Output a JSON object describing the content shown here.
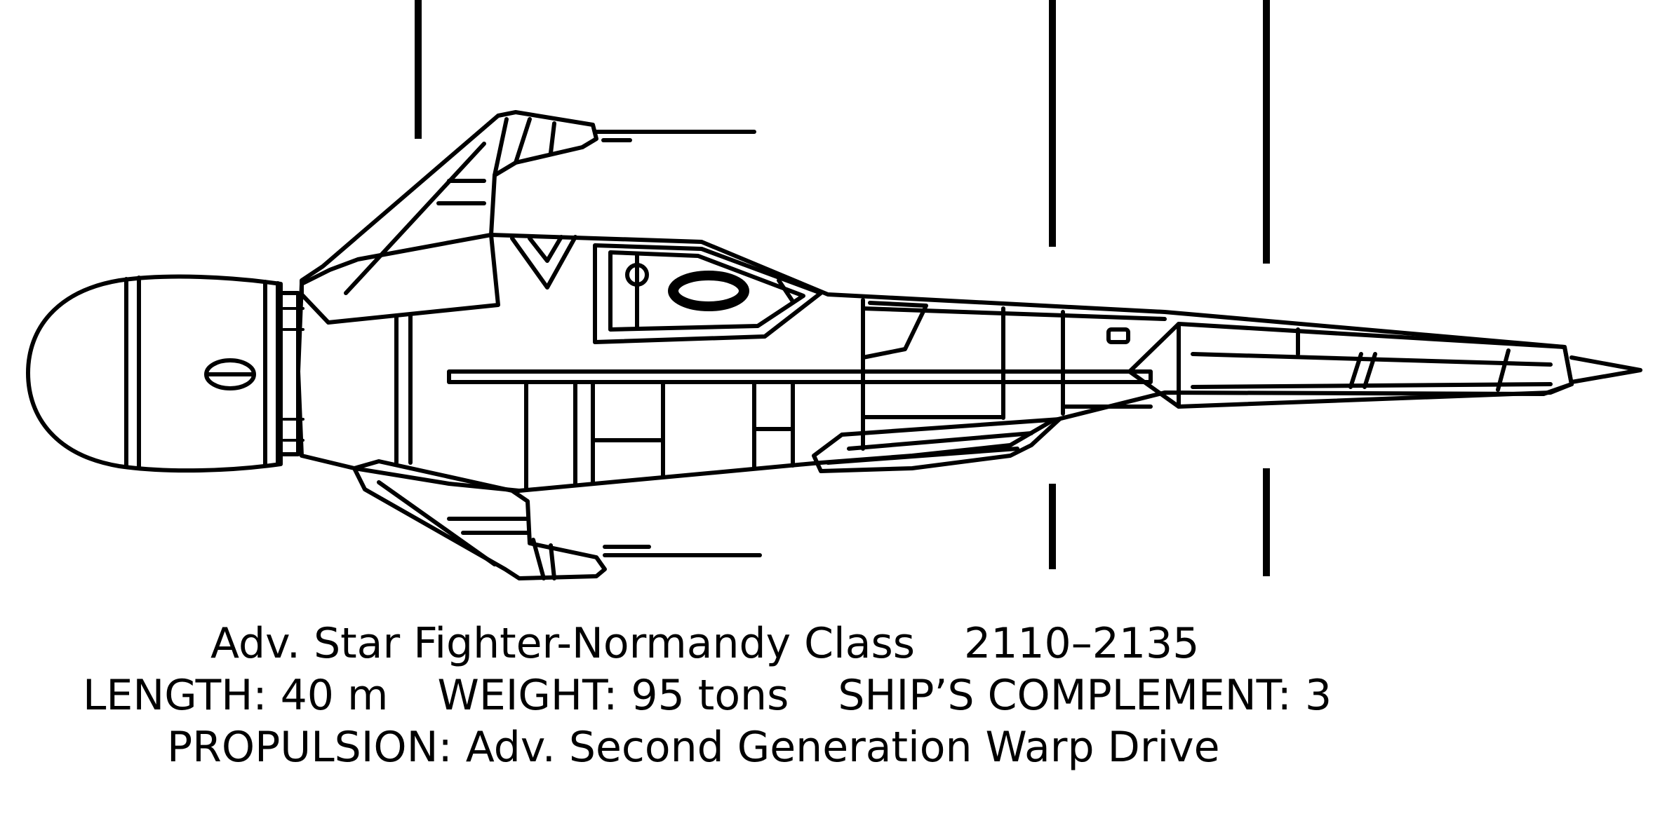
{
  "diagram": {
    "subject": "starfighter-top-view"
  },
  "caption": {
    "line1": {
      "name": "Adv. Star Fighter-Normandy Class",
      "years": "2110–2135"
    },
    "line2": {
      "length": "LENGTH: 40 m",
      "weight": "WEIGHT: 95 tons",
      "complement": "SHIP’S COMPLEMENT: 3"
    },
    "line3": {
      "propulsion": "PROPULSION: Adv. Second Generation Warp Drive"
    }
  }
}
